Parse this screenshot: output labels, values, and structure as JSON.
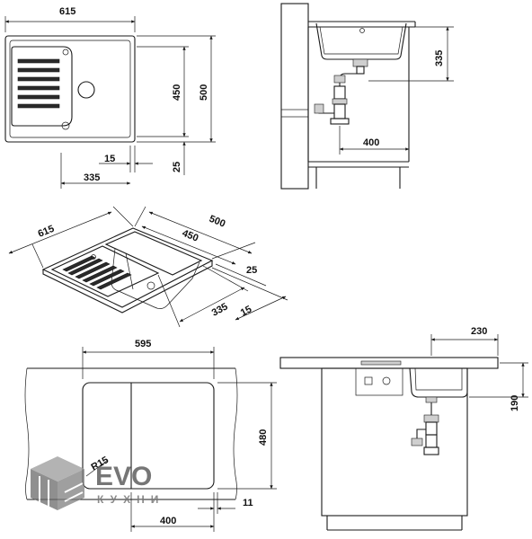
{
  "colors": {
    "line": "#1a1a1a",
    "logo_dark": "#555555",
    "logo_light": "#9a9a9a"
  },
  "top_plan": {
    "width": "615",
    "depth": "500",
    "bowl_depth": "450",
    "bowl_offset": "15",
    "edge_offset": "25",
    "drainer_width": "335"
  },
  "side_section": {
    "bowl_height": "335",
    "drain_offset": "400"
  },
  "iso_view": {
    "width": "615",
    "depth": "500",
    "bowl_depth": "450",
    "edge_offset": "25",
    "drainer_width": "335",
    "bowl_offset": "15"
  },
  "cutout_plan": {
    "cutout_width": "595",
    "cutout_depth": "480",
    "corner_radius": "R15",
    "cabinet_width": "400",
    "edge_gap": "11"
  },
  "cabinet_section": {
    "bowl_width": "230",
    "bowl_depth": "190"
  },
  "logo": {
    "name": "EVO",
    "tagline": "КУХНИ",
    "icon": "cube-logo-icon"
  }
}
